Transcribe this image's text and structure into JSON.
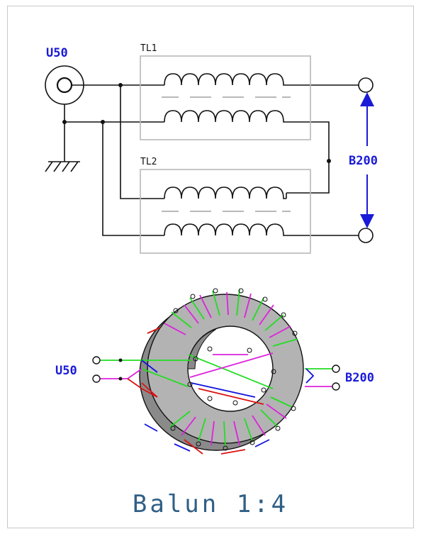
{
  "schematic": {
    "input_label": "U50",
    "output_label": "B200",
    "transformer1_label": "TL1",
    "transformer2_label": "TL2"
  },
  "toroid": {
    "input_label": "U50",
    "output_label": "B200"
  },
  "caption": "Balun 1:4",
  "colors": {
    "label_blue": "#1a1ad8",
    "caption_blue": "#2f5f86",
    "winding_green": "#22dd22",
    "winding_magenta": "#dd22dd",
    "winding_red": "#dd1111",
    "winding_blue": "#1111dd",
    "core_gray": "#b3b3b3"
  }
}
